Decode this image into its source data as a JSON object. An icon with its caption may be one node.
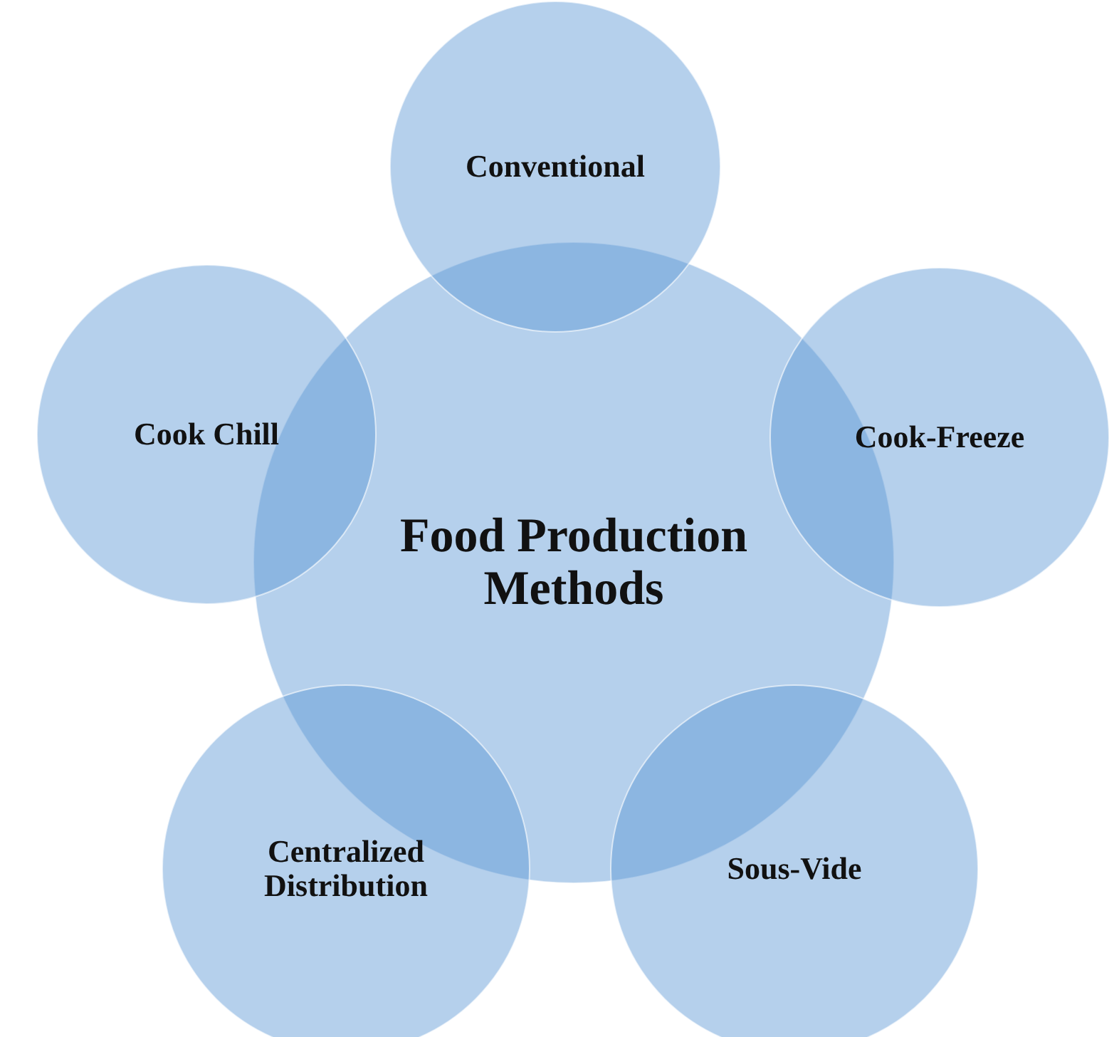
{
  "diagram": {
    "nodes": [
      {
        "text": [
          "Conventional"
        ]
      },
      {
        "text": [
          "Cook Chill"
        ]
      },
      {
        "text": [
          "Cook-Freeze"
        ]
      },
      {
        "text": [
          "Food Production Methods"
        ]
      },
      {
        "text": [
          "Centralized Distribution"
        ]
      },
      {
        "text": [
          "Sous-Vide"
        ]
      }
    ]
  }
}
